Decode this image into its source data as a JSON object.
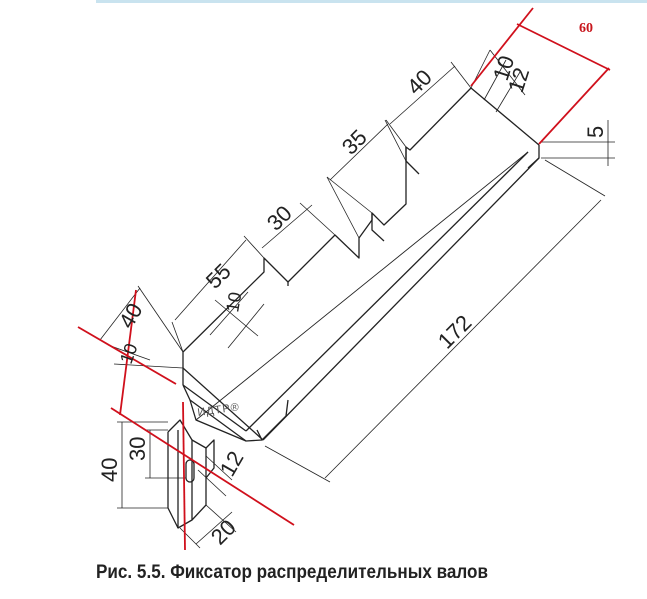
{
  "figure": {
    "caption": "Рис. 5.5. Фиксатор распределительных валов",
    "brand_mark": "ИДТР®"
  },
  "dimensions": {
    "d60": "60",
    "d10_top": "10",
    "d12_top": "12",
    "d40_top": "40",
    "d5": "5",
    "d35": "35",
    "d30_mid": "30",
    "d55": "55",
    "d10_mid": "10",
    "d172": "172",
    "d40_left": "40",
    "d10_left": "10",
    "d40_bottom": "40",
    "d30_bottom": "30",
    "d12_bottom": "12",
    "d20": "20"
  },
  "colors": {
    "markup_red": "#d0101c",
    "line_dark": "#222222",
    "top_rule": "#c9e3ef"
  }
}
